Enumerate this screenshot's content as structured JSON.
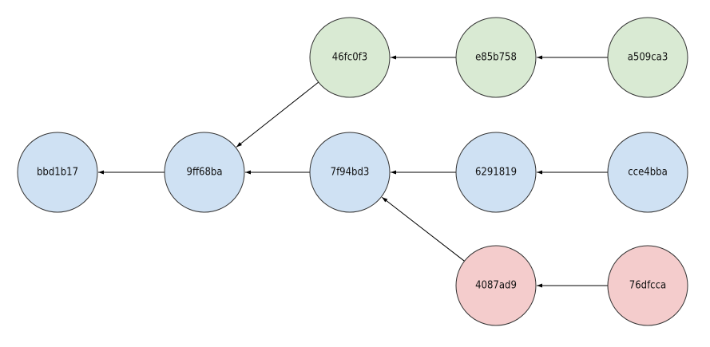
{
  "diagram": {
    "style": {
      "line_color": "#000000",
      "node_stroke": "#333333",
      "text_color": "#111111"
    },
    "branches": {
      "main": {
        "fill": "#cfe1f3"
      },
      "green": {
        "fill": "#d9ead3"
      },
      "red": {
        "fill": "#f4cccc"
      }
    },
    "commits": [
      {
        "id": "bbd1b17",
        "branch": "main"
      },
      {
        "id": "9ff68ba",
        "branch": "main"
      },
      {
        "id": "7f94bd3",
        "branch": "main"
      },
      {
        "id": "6291819",
        "branch": "main"
      },
      {
        "id": "cce4bba",
        "branch": "main"
      },
      {
        "id": "46fc0f3",
        "branch": "green"
      },
      {
        "id": "e85b758",
        "branch": "green"
      },
      {
        "id": "a509ca3",
        "branch": "green"
      },
      {
        "id": "4087ad9",
        "branch": "red"
      },
      {
        "id": "76dfcca",
        "branch": "red"
      }
    ],
    "edges": [
      {
        "from": "9ff68ba",
        "to": "bbd1b17"
      },
      {
        "from": "7f94bd3",
        "to": "9ff68ba"
      },
      {
        "from": "6291819",
        "to": "7f94bd3"
      },
      {
        "from": "cce4bba",
        "to": "6291819"
      },
      {
        "from": "46fc0f3",
        "to": "9ff68ba"
      },
      {
        "from": "e85b758",
        "to": "46fc0f3"
      },
      {
        "from": "a509ca3",
        "to": "e85b758"
      },
      {
        "from": "4087ad9",
        "to": "7f94bd3"
      },
      {
        "from": "76dfcca",
        "to": "4087ad9"
      }
    ]
  }
}
